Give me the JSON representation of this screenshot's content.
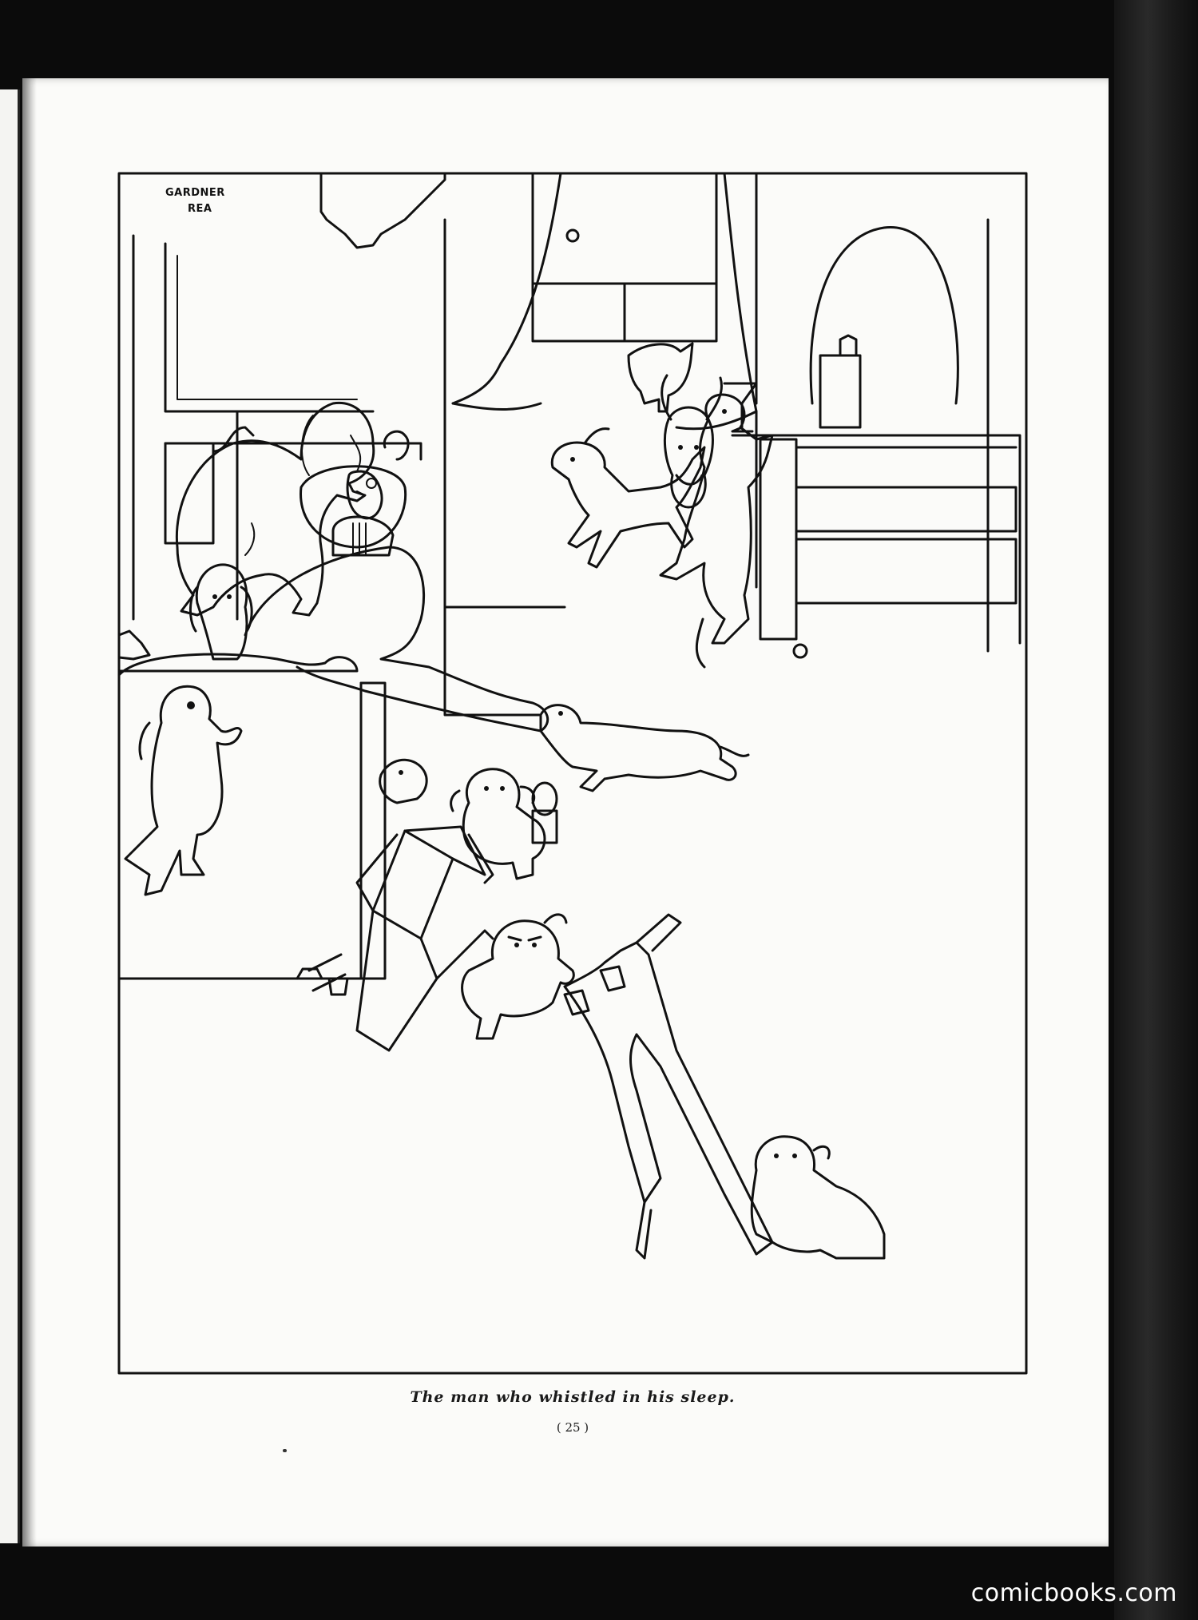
{
  "illustration": {
    "signature_line1": "GARDNER",
    "signature_line2": "REA"
  },
  "caption": "The man who whistled in his sleep.",
  "page_number": "( 25 )",
  "watermark": "comicbooks.com"
}
